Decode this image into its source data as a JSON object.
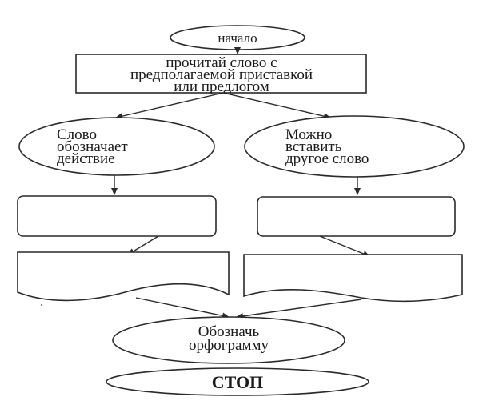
{
  "flowchart": {
    "start": "начало",
    "read_step": [
      "прочитай слово с",
      "предполагаемой приставкой",
      "или предлогом"
    ],
    "left_question": [
      "Слово",
      "обозначает",
      "действие"
    ],
    "right_question": [
      "Можно",
      "вставить",
      "другое слово"
    ],
    "left_box": "",
    "right_box": "",
    "left_doc": "",
    "right_doc": "",
    "mark_step": [
      "Обозначь",
      "орфограмму"
    ],
    "stop": "СТОП"
  }
}
